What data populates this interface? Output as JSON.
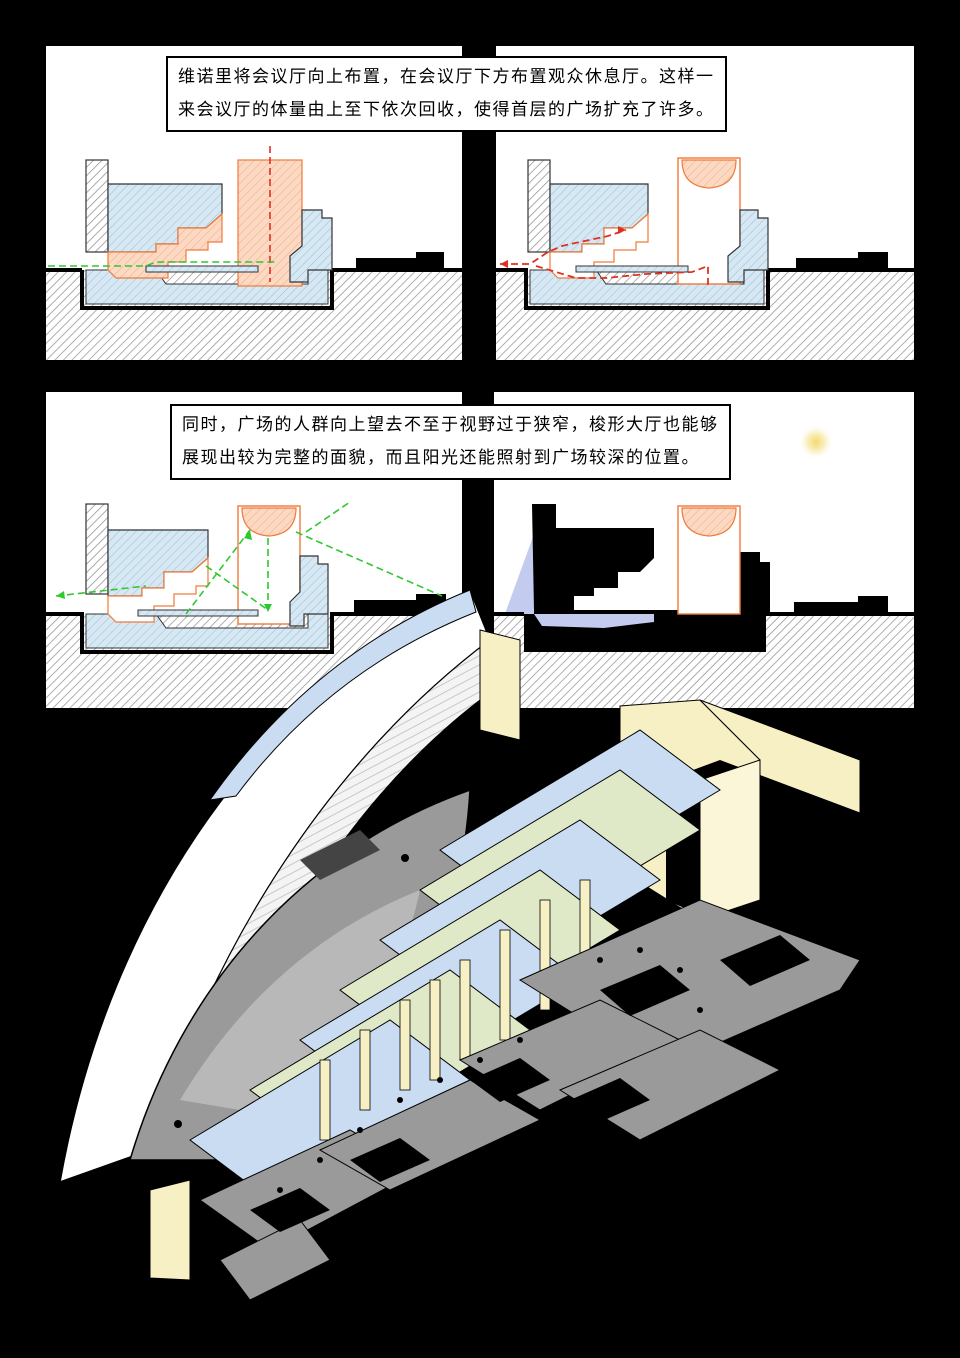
{
  "captions": {
    "top": {
      "line1": "维诺里将会议厅向上布置，在会议厅下方布置观众休息厅。这样一",
      "line2": "来会议厅的体量由上至下依次回收，使得首层的广场扩充了许多。"
    },
    "middle": {
      "line1": "同时，广场的人群向上望去不至于视野过于狭窄，梭形大厅也能够",
      "line2": "展现出较为完整的面貌，而且阳光还能照射到广场较深的位置。"
    }
  },
  "colors": {
    "background": "#000000",
    "panel": "#ffffff",
    "hatch_gray": "#8c8c8c",
    "hall_blue": "#cfe3f0",
    "hall_outline": "#333333",
    "orange": "#f07a3a",
    "orange_fill": "#f9c9a8",
    "red_path": "#e03020",
    "green_path": "#2fc92f",
    "shadow_blue": "#b9c3ec",
    "sun": "#f5d86a",
    "axon_cream": "#f6f0c4",
    "axon_lightblue": "#c9dcf2",
    "axon_green": "#dfe9c8",
    "axon_gray": "#9a9a9a",
    "axon_darkgray": "#6e6e6e"
  },
  "icons": {
    "sun": "sun-glow-icon",
    "arrows": "dashed-arrow-icon"
  }
}
